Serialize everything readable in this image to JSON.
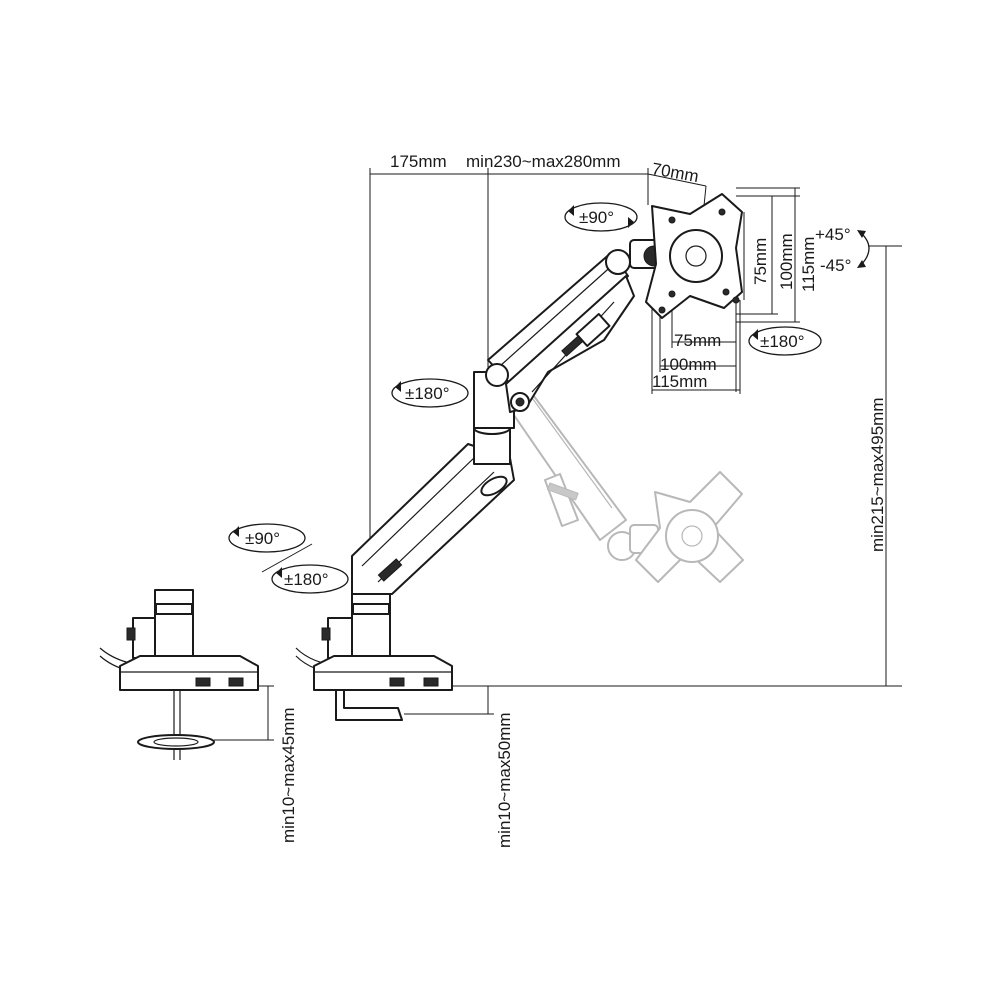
{
  "dimensions": {
    "arm_offset": "175mm",
    "arm_reach": "min230~max280mm",
    "head_offset": "70mm",
    "vesa_75_v": "75mm",
    "vesa_100_v": "100mm",
    "vesa_115_v": "115mm",
    "vesa_75_h": "75mm",
    "vesa_100_h": "100mm",
    "vesa_115_h": "115mm",
    "height_range": "min215~max495mm",
    "clamp_range": "min10~max50mm",
    "grommet_range": "min10~max45mm"
  },
  "rotations": {
    "head_swivel": "±90°",
    "tilt_up": "+45°",
    "tilt_down": "-45°",
    "plate_rotation": "±180°",
    "elbow_rotation": "±180°",
    "base_swivel": "±90°",
    "base_rotation": "±180°"
  }
}
